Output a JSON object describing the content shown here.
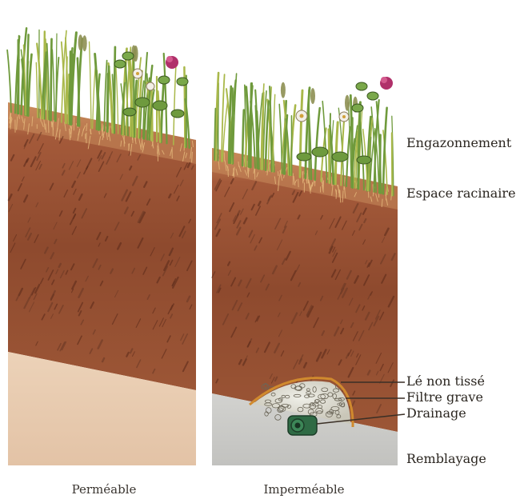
{
  "columns": {
    "left": {
      "caption": "Perméable"
    },
    "right": {
      "caption": "Imperméable"
    }
  },
  "labels": {
    "engazonnement": "Engazonnement",
    "espace_racinaire": "Espace racinaire",
    "le_non_tisse": "Lé non tissé",
    "filtre_grave": "Filtre grave",
    "drainage": "Drainage",
    "remblayage": "Remblayage"
  },
  "colors": {
    "soil_dark": "#7a3f27",
    "soil_mid": "#a2573a",
    "sand": "#e8c9ad",
    "backfill": "#c8c8c6",
    "grass": "#6f9a3c",
    "clover_flower": "#b0306a",
    "drain_pipe": "#2f6b45"
  }
}
